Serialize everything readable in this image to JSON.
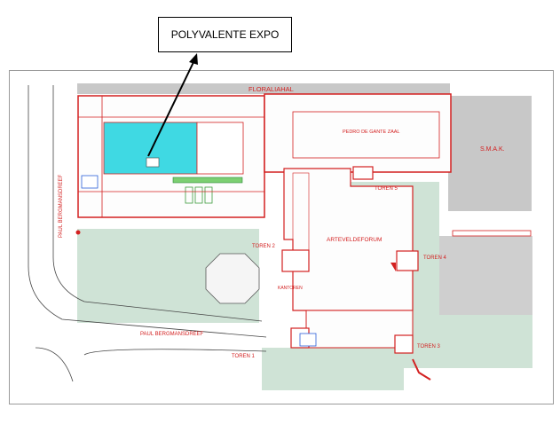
{
  "callout": {
    "title": "POLYVALENTE EXPO"
  },
  "map": {
    "halls": {
      "floraliahal": "FLORALIAHAL",
      "pedro_de_gante_zaal": "PEDRO DE GANTE ZAAL",
      "smak": "S.M.A.K.",
      "arteveldeforum": "ARTEVELDEFORUM"
    },
    "towers": {
      "toren_1": "TOREN 1",
      "toren_2": "TOREN 2",
      "toren_3": "TOREN 3",
      "toren_4": "TOREN 4",
      "toren_5": "TOREN 5"
    },
    "streets": {
      "paul_bergmansdreef_vertical": "PAUL BERGMANSDREEF",
      "paul_bergmansdreef_horizontal": "PAUL BERGMANSDREEF"
    },
    "other": {
      "kantoren": "KANTOREN"
    }
  },
  "colors": {
    "plan_red": "#d32020",
    "hall_cyan": "#3fd9e3",
    "lawn_green": "#cfe3d6",
    "roof_grey": "#c8c8c8",
    "building_fill": "#fdfdfd"
  }
}
